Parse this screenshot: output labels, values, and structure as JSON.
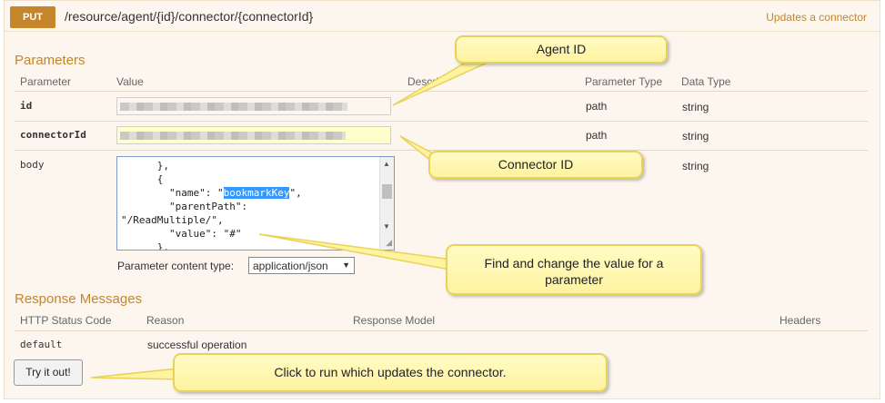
{
  "operation": {
    "method": "PUT",
    "path": "/resource/agent/{id}/connector/{connectorId}",
    "summary": "Updates a connector"
  },
  "parameters": {
    "title": "Parameters",
    "headers": {
      "parameter": "Parameter",
      "value": "Value",
      "description": "Descri",
      "parameter_type": "Parameter Type",
      "data_type": "Data Type"
    },
    "rows": [
      {
        "name": "id",
        "param_type": "path",
        "data_type": "string"
      },
      {
        "name": "connectorId",
        "param_type": "path",
        "data_type": "string"
      },
      {
        "name": "body",
        "param_type": "",
        "data_type": "string"
      }
    ],
    "body_lines": [
      "      },",
      "      {",
      "        \"name\": \"",
      "bookmarkKey",
      "\",",
      "        \"parentPath\":",
      "\"/ReadMultiple/\",",
      "        \"value\": \"#\"",
      "      },"
    ],
    "content_type_label": "Parameter content type:",
    "content_type_value": "application/json"
  },
  "responses": {
    "title": "Response Messages",
    "headers": {
      "status": "HTTP Status Code",
      "reason": "Reason",
      "model": "Response Model",
      "headers": "Headers"
    },
    "rows": [
      {
        "status": "default",
        "reason": "successful operation"
      }
    ]
  },
  "try_button": "Try it out!",
  "callouts": {
    "agent_id": "Agent ID",
    "connector_id": "Connector ID",
    "find_change": "Find and change the value for a parameter",
    "click_run": "Click to run which updates the connector."
  },
  "colors": {
    "accent": "#c5862b",
    "callout_fill": "#fff3a0",
    "callout_border": "#e8d25a",
    "selection": "#3399ff"
  }
}
